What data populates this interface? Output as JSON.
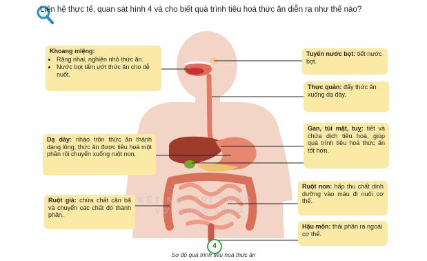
{
  "question": "Liên hệ thực tế, quan sát hình 4 và cho biết quá trình tiêu hoá thức ăn diễn ra như thế nào?",
  "icon": "magnifier-icon",
  "labels": {
    "khoang_mieng": {
      "title": "Khoang miệng:",
      "items": [
        "Răng nhai, nghiền nhỏ thức ăn.",
        "Nước bọt tẩm ướt thức ăn cho dễ nuốt."
      ]
    },
    "tuyen_nuoc_bot": {
      "title": "Tuyến nước bọt:",
      "text": "tiết nước bọt."
    },
    "thuc_quan": {
      "title": "Thực quản:",
      "text": "đẩy thức ăn xuống dạ dày."
    },
    "gan_tui_mat_tuy": {
      "title": "Gan, túi mật, tuỵ:",
      "text": "tiết và chứa dịch tiêu hoá, giúp quá trình tiêu hoá thức ăn tốt hơn."
    },
    "da_day": {
      "title": "Dạ dày:",
      "text": "nhào trộn thức ăn thành dạng lỏng; thức ăn được tiêu hoá một phần rồi chuyển xuống ruột non."
    },
    "ruot_non": {
      "title": "Ruột non:",
      "text": "hấp thu chất dinh dưỡng vào máu đi nuôi cơ thể."
    },
    "ruot_gia": {
      "title": "Ruột già:",
      "text": "chứa chất cặn bã và chuyển các chất đó thành phân."
    },
    "hau_mon": {
      "title": "Hậu môn:",
      "text": "thải phân ra ngoài cơ thể."
    }
  },
  "figure_number": "4",
  "caption": "Sơ đồ quá trình tiêu hoá thức ăn",
  "colors": {
    "label_bg": "#fbe9a6",
    "body": "#f3d5c8",
    "stomach": "#e8876f",
    "liver": "#9e3b2a",
    "intestine": "#e9836f",
    "figure_ring": "#3aa84c"
  }
}
